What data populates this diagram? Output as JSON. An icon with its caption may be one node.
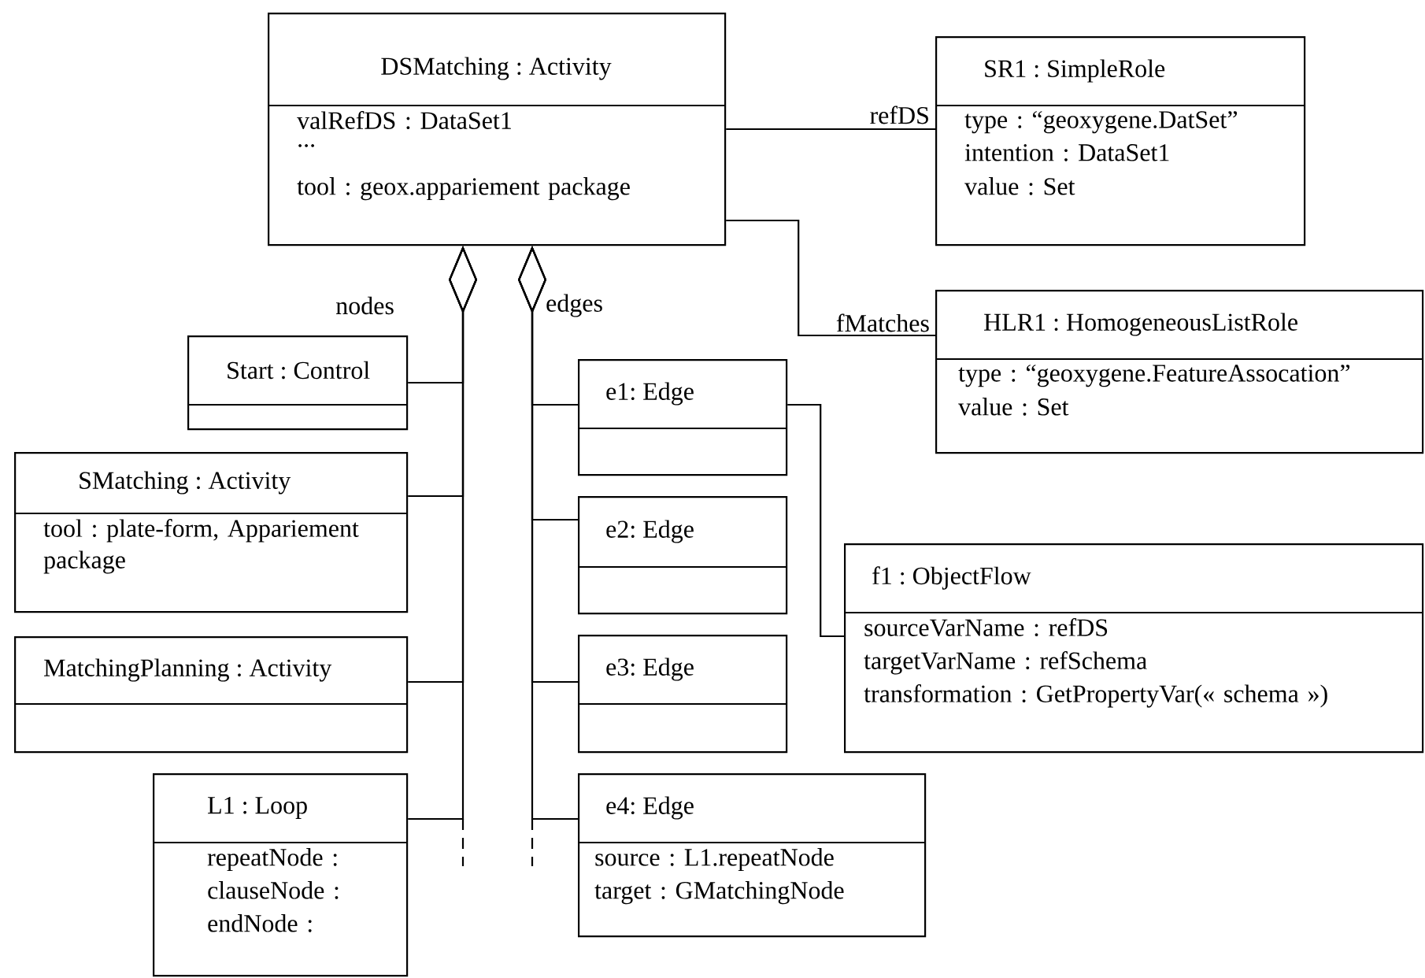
{
  "diagram": {
    "nodes": [
      {
        "text": [
          "DSMatching : Activity",
          "valRefDS : DataSet1",
          "...",
          "tool : geox.appariement package"
        ]
      },
      {
        "text": [
          "SR1 : SimpleRole",
          "type : “geoxygene.DatSet”",
          "intention : DataSet1",
          "value : Set"
        ]
      },
      {
        "text": [
          "HLR1 : HomogeneousListRole",
          "type : “geoxygene.FeatureAssocation”",
          "value : Set"
        ]
      },
      {
        "text": [
          "Start : Control"
        ]
      },
      {
        "text": [
          "SMatching : Activity",
          "tool : plate-form, Appariement package"
        ]
      },
      {
        "text": [
          "MatchingPlanning : Activity"
        ]
      },
      {
        "text": [
          "L1 : Loop",
          "repeatNode :",
          "clauseNode :",
          "endNode :"
        ]
      },
      {
        "text": [
          "e1: Edge"
        ]
      },
      {
        "text": [
          "e2: Edge"
        ]
      },
      {
        "text": [
          "e3: Edge"
        ]
      },
      {
        "text": [
          "e4: Edge",
          "source : L1.repeatNode",
          "target : GMatchingNode"
        ]
      },
      {
        "text": [
          "f1 : ObjectFlow",
          "sourceVarName : refDS",
          "targetVarName : refSchema",
          "transformation : GetPropertyVar(« schema »)"
        ]
      }
    ],
    "edges": [
      {
        "from": 0,
        "to": 3,
        "arrow": "other",
        "label": "nodes"
      },
      {
        "from": 0,
        "to": 4,
        "arrow": "other"
      },
      {
        "from": 0,
        "to": 5,
        "arrow": "other"
      },
      {
        "from": 0,
        "to": 6,
        "arrow": "other"
      },
      {
        "from": 0,
        "to": 7,
        "arrow": "other",
        "label": "edges"
      },
      {
        "from": 0,
        "to": 8,
        "arrow": "other"
      },
      {
        "from": 0,
        "to": 9,
        "arrow": "other"
      },
      {
        "from": 0,
        "to": 10,
        "arrow": "other"
      },
      {
        "from": 0,
        "to": 1,
        "arrow": "none",
        "label": "refDS"
      },
      {
        "from": 0,
        "to": 2,
        "arrow": "none",
        "label": "fMatches"
      },
      {
        "from": 7,
        "to": 11,
        "arrow": "none"
      }
    ]
  }
}
